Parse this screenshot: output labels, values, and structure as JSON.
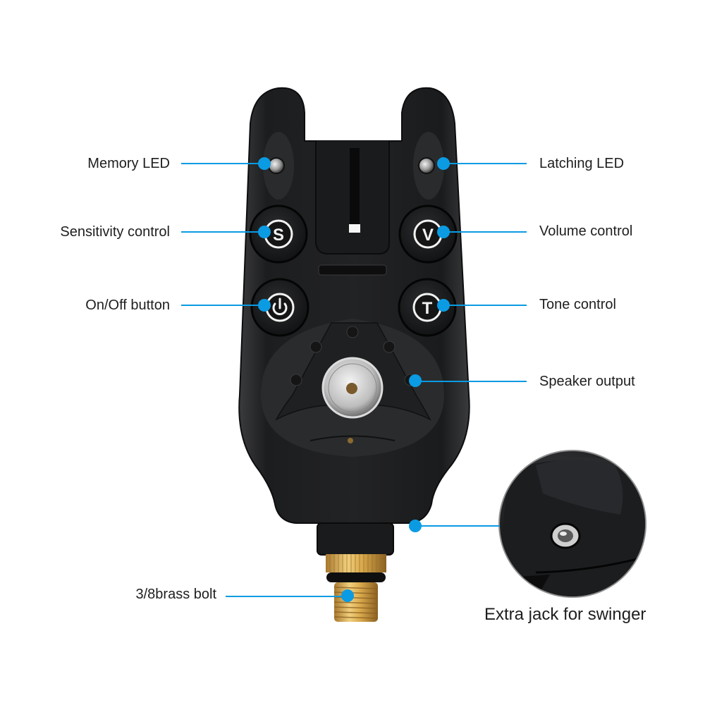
{
  "diagram": {
    "subject": "Fishing bite alarm",
    "accent_color": "#0a9be3",
    "callouts": [
      {
        "id": "memory-led",
        "label": "Memory LED",
        "side": "left"
      },
      {
        "id": "sensitivity-control",
        "label": "Sensitivity control",
        "side": "left",
        "button_glyph": "S"
      },
      {
        "id": "on-off-button",
        "label": "On/Off button",
        "side": "left",
        "button_glyph": "power-icon"
      },
      {
        "id": "brass-bolt",
        "label": "3/8brass bolt",
        "side": "left"
      },
      {
        "id": "latching-led",
        "label": "Latching LED",
        "side": "right"
      },
      {
        "id": "volume-control",
        "label": "Volume control",
        "side": "right",
        "button_glyph": "V"
      },
      {
        "id": "tone-control",
        "label": "Tone control",
        "side": "right",
        "button_glyph": "T"
      },
      {
        "id": "speaker-output",
        "label": "Speaker output",
        "side": "right"
      }
    ],
    "inset": {
      "caption": "Extra jack for swinger"
    },
    "buttons": {
      "s": "S",
      "v": "V",
      "t": "T"
    }
  }
}
